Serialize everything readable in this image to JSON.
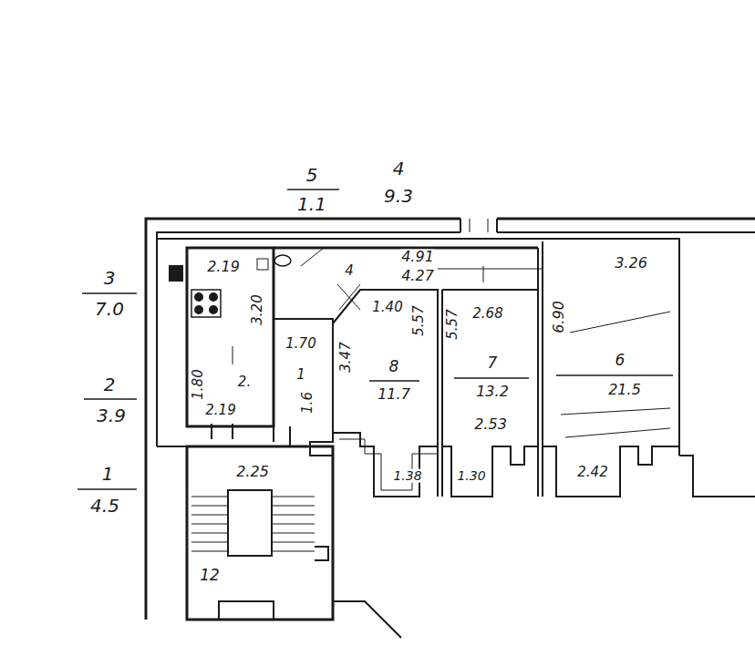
{
  "diagram": {
    "labels": [
      "5",
      "1.1",
      "4",
      "9.3",
      "3",
      "7.0",
      "2",
      "3.9",
      "1",
      "4.5",
      "2.19",
      "4",
      "4.91",
      "4.27",
      "3.26",
      "3.20",
      "1.40",
      "2.68",
      "6.90",
      "5.57",
      "5.57",
      "1.70",
      "3.47",
      "8",
      "11.7",
      "7",
      "13.2",
      "6",
      "21.5",
      "2.",
      "1",
      "1.6",
      "1.80",
      "2.19",
      "2.53",
      "1.38",
      "1.30",
      "2.42",
      "2.25",
      "12"
    ]
  }
}
